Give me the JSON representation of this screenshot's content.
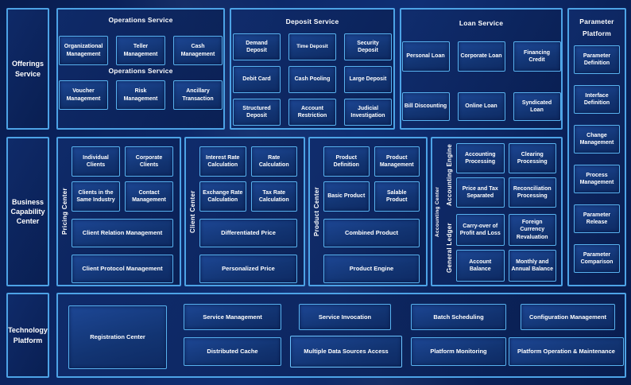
{
  "palette": {
    "page_bg": "#0C2766",
    "section_border": "#4DA3E6",
    "box_border": "#58B2F0",
    "box_fill": "#123472",
    "text": "#FFFFFF"
  },
  "left_column": {
    "offerings": "Offerings Service",
    "business_capability": "Business Capability Center",
    "technology": "Technology Platform"
  },
  "operations": {
    "title": "Operations Service",
    "subtitle": "Operations Service",
    "row1": [
      "Organizational Management",
      "Teller Management",
      "Cash Management"
    ],
    "row2": [
      "Voucher Management",
      "Risk Management",
      "Ancillary Transaction"
    ]
  },
  "deposit": {
    "title": "Deposit Service",
    "rows": [
      [
        "Demand Deposit",
        "Time Deposit",
        "Security Deposit"
      ],
      [
        "Debit Card",
        "Cash Pooling",
        "Large Deposit"
      ],
      [
        "Structured Deposit",
        "Account Restriction",
        "Judicial Investigation"
      ]
    ]
  },
  "loan": {
    "title": "Loan Service",
    "rows": [
      [
        "Personal Loan",
        "Corporate Loan",
        "Financing Credit"
      ],
      [
        "Bill Discounting",
        "Online Loan",
        "Syndicated Loan"
      ]
    ]
  },
  "parameter_platform": {
    "title": "Parameter Platform",
    "items": [
      "Parameter Definition",
      "Interface Definition",
      "Change Management",
      "Process Management",
      "Parameter Release",
      "Parameter Comparison"
    ]
  },
  "pricing_center": {
    "label": "Pricing Center",
    "grid": [
      "Individual Clients",
      "Corporate Clients",
      "Clients in the Same Industry",
      "Contact Management"
    ],
    "wide": [
      "Client Relation Management",
      "Client Protocol Management"
    ]
  },
  "client_center": {
    "label": "Client Center",
    "grid": [
      "Interest Rate Calculation",
      "Rate Calculation",
      "Exchange Rate Calculation",
      "Tax Rate Calculation"
    ],
    "wide": [
      "Differentiated Price",
      "Personalized Price"
    ]
  },
  "product_center": {
    "label": "Product Center",
    "grid": [
      "Product Definition",
      "Product Management",
      "Basic Product",
      "Salable Product"
    ],
    "wide": [
      "Combined Product",
      "Product Engine"
    ]
  },
  "accounting_center": {
    "label": "Accounting Center",
    "engine": {
      "label": "Accounting Engine",
      "items": [
        "Accounting Processing",
        "Clearing Processing",
        "Price and Tax Separated",
        "Reconciliation Processing"
      ]
    },
    "ledger": {
      "label": "General Ledger",
      "items": [
        "Carry-over of Profit and Loss",
        "Foreign Currency Revaluation",
        "Account Balance",
        "Monthly and Annual Balance"
      ]
    }
  },
  "technology_platform": {
    "registration": "Registration Center",
    "row1": [
      "Service Management",
      "Service Invocation",
      "Batch Scheduling",
      "Configuration Management"
    ],
    "row2": [
      "Distributed Cache",
      "Multiple Data Sources Access",
      "Platform Monitoring",
      "Platform Operation & Maintenance"
    ]
  }
}
